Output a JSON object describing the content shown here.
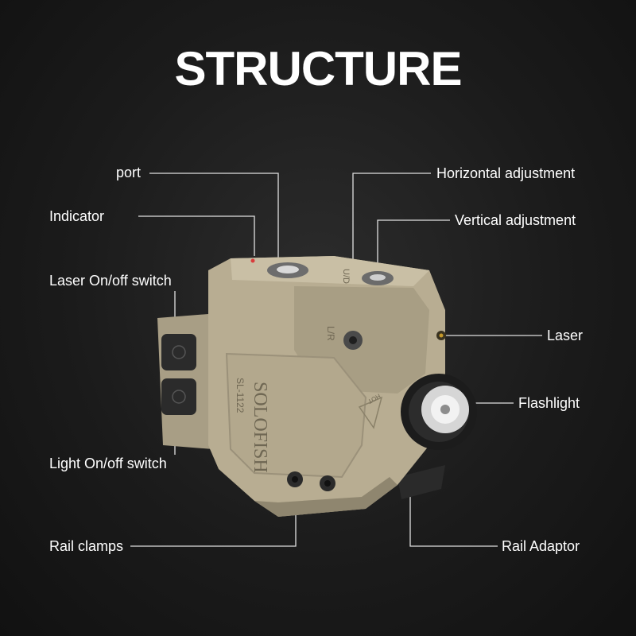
{
  "title": "STRUCTURE",
  "labels": {
    "port": "port",
    "indicator": "Indicator",
    "laser_switch": "Laser On/off switch",
    "light_switch": "Light On/off switch",
    "rail_clamps": "Rail clamps",
    "horizontal": "Horizontal adjustment",
    "vertical": "Vertical adjustment",
    "laser": "Laser",
    "flashlight": "Flashlight",
    "rail_adaptor": "Rail Adaptor"
  },
  "device_markings": {
    "brand": "SOLOFISH",
    "model": "SL-1122",
    "lr": "L/R",
    "ud": "U/D",
    "hot": "HOT"
  },
  "colors": {
    "body": "#b8ad92",
    "body_shadow": "#8f866f",
    "leader_line": "#e0e0e0",
    "text": "#ffffff"
  }
}
